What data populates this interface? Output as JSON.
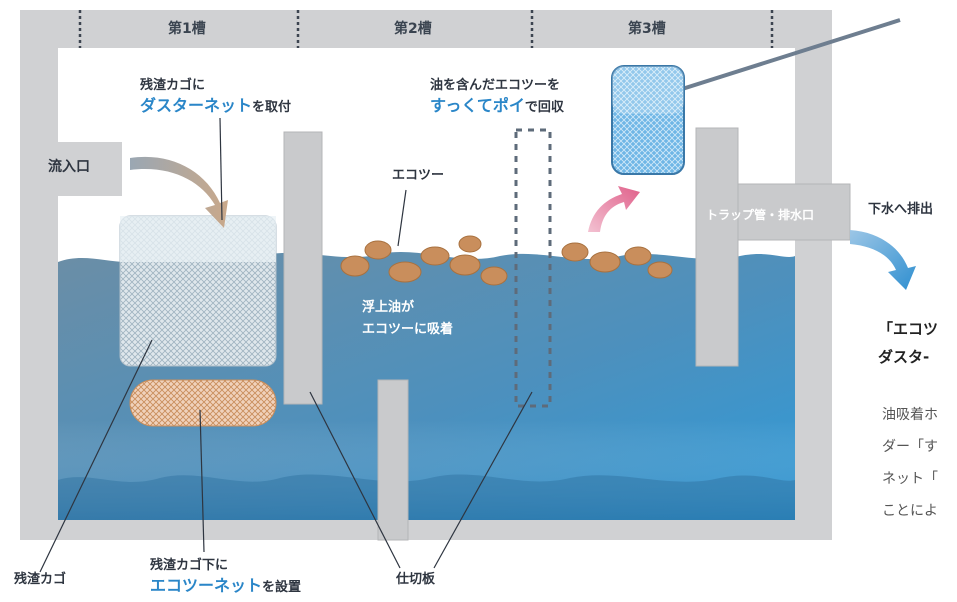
{
  "tank_headers": [
    "第1槽",
    "第2槽",
    "第3槽"
  ],
  "labels": {
    "inlet": "流入口",
    "ecotsu": "エコツー",
    "trap_pipe": "トラップ管・排水口",
    "sewer_out": "下水へ排出",
    "floating_oil_1": "浮上油が",
    "floating_oil_2": "エコツーに吸着",
    "residue_basket": "残渣カゴ",
    "partition": "仕切板"
  },
  "callouts": {
    "basket_top_pre": "残渣カゴに",
    "basket_top_blue": "ダスターネット",
    "basket_top_post": "を取付",
    "scoop_pre": "油を含んだエコツーを",
    "scoop_blue": "すっくてポイ",
    "scoop_post": "で回収",
    "under_basket_pre": "残渣カゴ下に",
    "under_basket_blue": "エコツーネット",
    "under_basket_post": "を設置"
  },
  "side_text": {
    "title_1": "「エコツ",
    "title_2": "ダスタ-",
    "body_1": "油吸着ホ",
    "body_2": "ダー「す",
    "body_3": "ネット「",
    "body_4": "ことによ"
  },
  "colors": {
    "wall": "#d0d1d3",
    "water_top": "#5f8fb0",
    "water_bottom": "#3fa0d8",
    "ecotsu": "#c98e5c",
    "accent_blue": "#2a86c8",
    "pink_arrow": "#e57a9a"
  }
}
